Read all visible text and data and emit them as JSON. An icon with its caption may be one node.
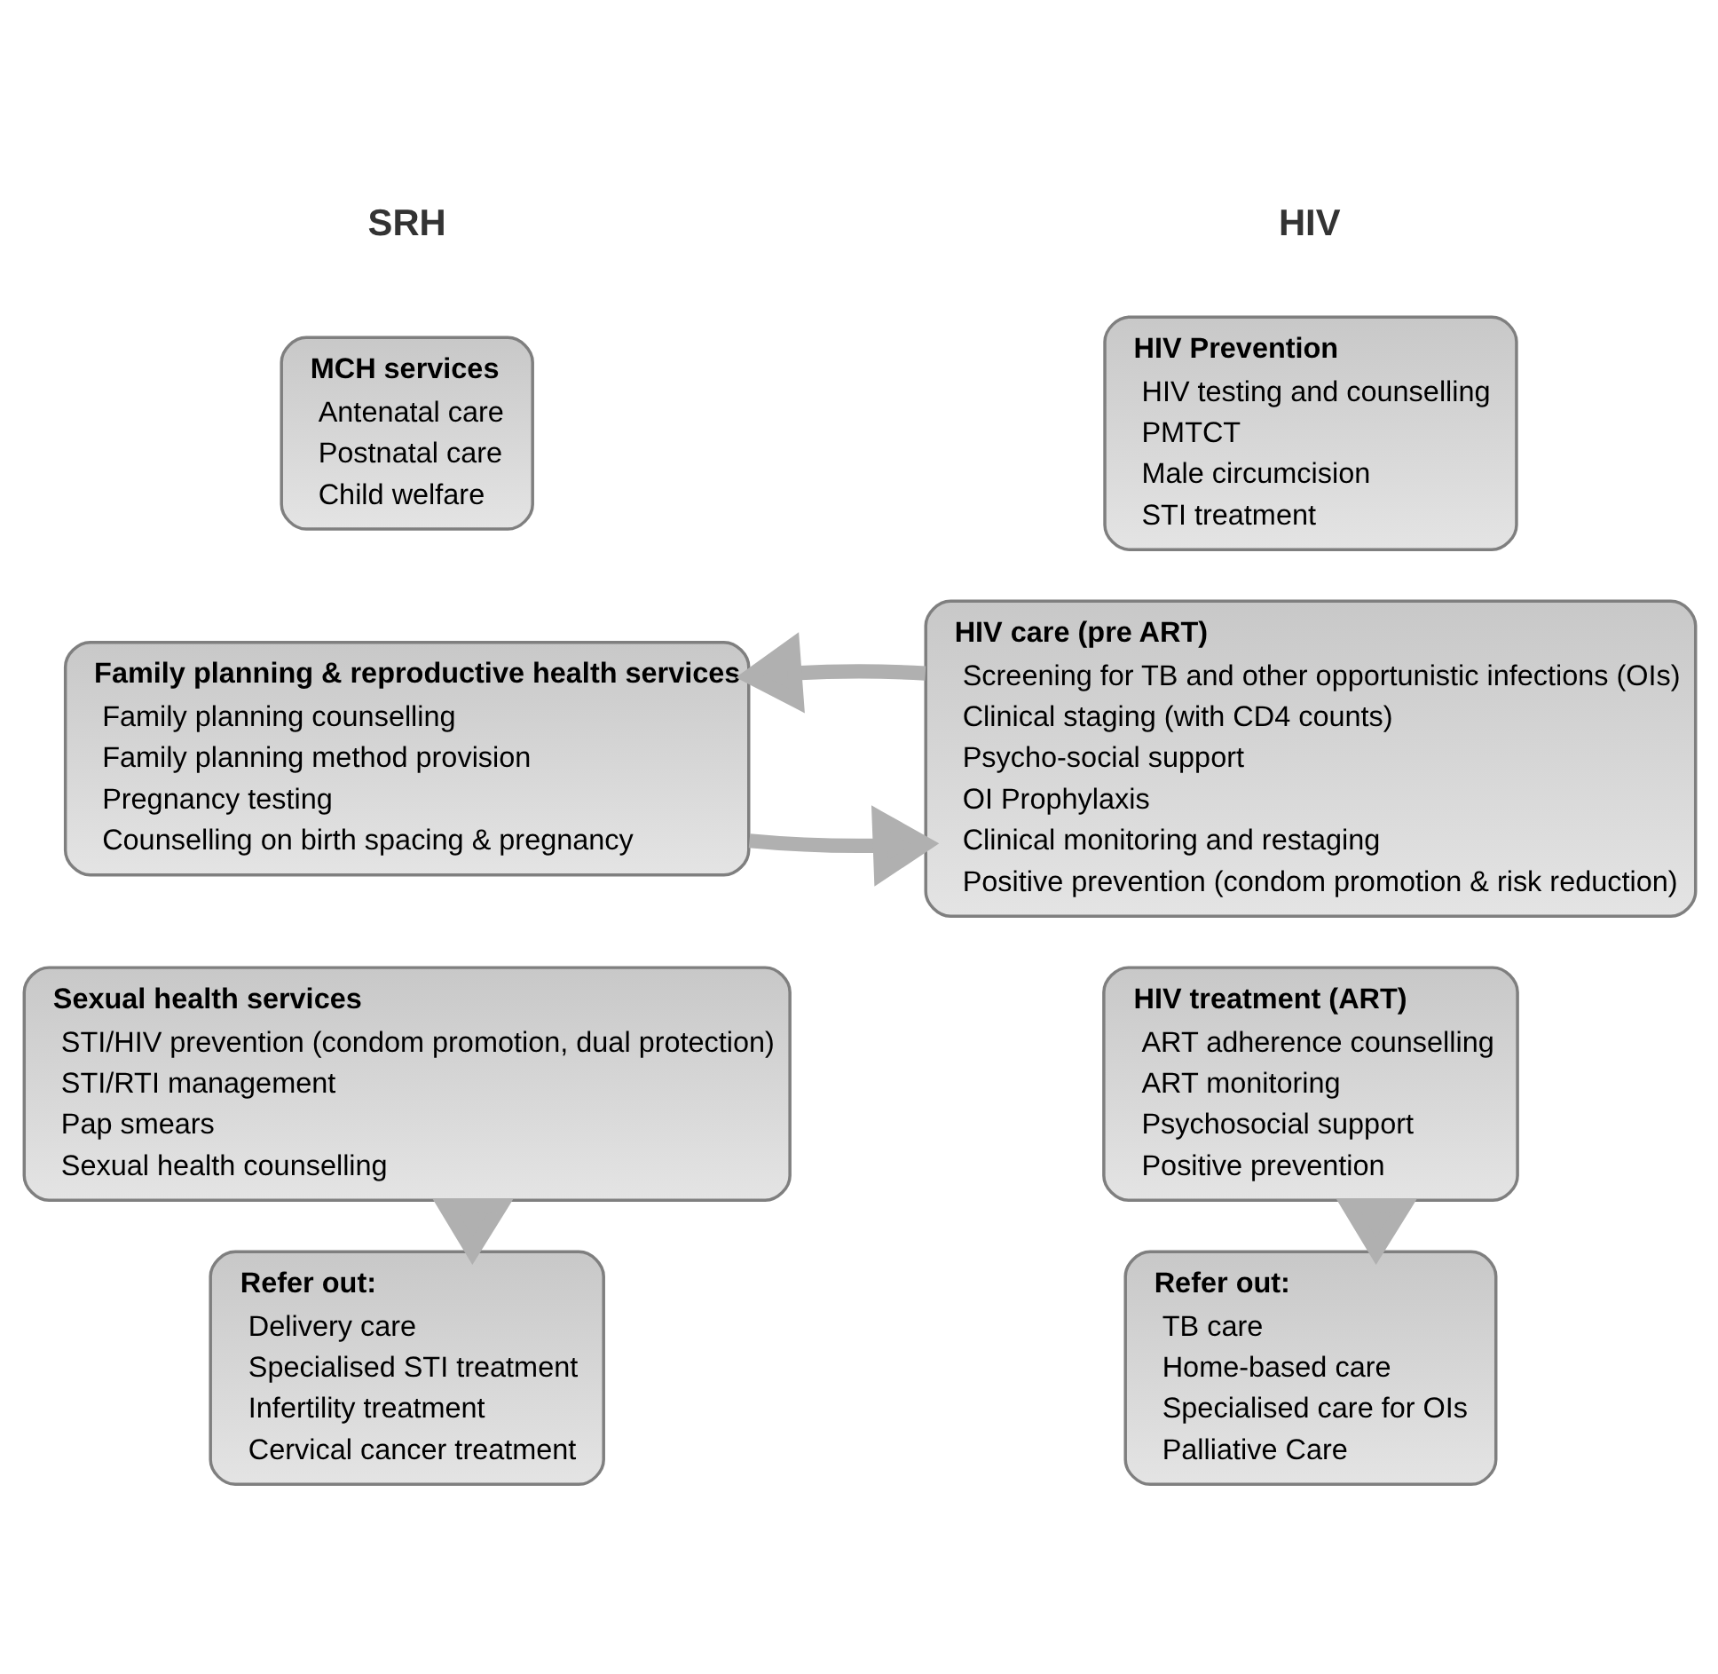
{
  "diagram": {
    "nodes": [
      {
        "text": [
          "MCH services",
          "Antenatal care",
          "Postnatal care",
          "Child welfare"
        ]
      },
      {
        "text": [
          "Family planning & reproductive health services",
          "Family planning counselling",
          "Family planning method provision",
          "Pregnancy testing",
          "Counselling on birth spacing & pregnancy"
        ]
      },
      {
        "text": [
          "Sexual health services",
          "STI/HIV prevention (condom promotion, dual protection)",
          "STI/RTI management",
          "Pap smears",
          "Sexual health counselling"
        ]
      },
      {
        "text": [
          "Refer out:",
          "Delivery care",
          "Specialised STI treatment",
          "Infertility treatment",
          "Cervical cancer treatment"
        ]
      },
      {
        "text": [
          "HIV Prevention",
          "HIV testing and counselling",
          "PMTCT",
          "Male circumcision",
          "STI treatment"
        ]
      },
      {
        "text": [
          "HIV care (pre ART)",
          "Screening for TB and other opportunistic infections (OIs)",
          "Clinical staging (with CD4 counts)",
          "Psycho-social support",
          "OI Prophylaxis",
          "Clinical monitoring and restaging",
          "Positive prevention (condom promotion & risk reduction)"
        ]
      },
      {
        "text": [
          "HIV treatment (ART)",
          "ART adherence counselling",
          "ART monitoring",
          "Psychosocial support",
          "Positive prevention"
        ]
      },
      {
        "text": [
          "Refer out:",
          "TB care",
          "Home-based care",
          "Specialised care for OIs",
          "Palliative Care"
        ]
      }
    ],
    "edges": [
      {
        "from": 1,
        "to": 5,
        "arrow": "to"
      },
      {
        "from": 5,
        "to": 1,
        "arrow": "to"
      },
      {
        "from": 2,
        "to": 3,
        "arrow": "to"
      },
      {
        "from": 6,
        "to": 7,
        "arrow": "to"
      }
    ],
    "labels": [
      "SRH",
      "HIV"
    ]
  }
}
